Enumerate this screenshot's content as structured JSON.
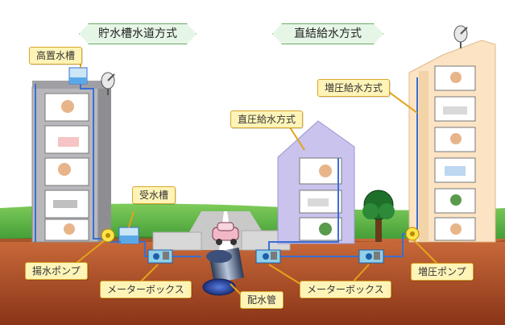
{
  "banners": {
    "tank_system": "貯水槽水道方式",
    "direct_system": "直結給水方式"
  },
  "labels": {
    "elevated_tank": "高置水槽",
    "receiving_tank": "受水槽",
    "pump_left": "揚水ポンプ",
    "meter_box_left": "メーターボックス",
    "distribution_pipe": "配水管",
    "meter_box_right": "メーターボックス",
    "booster_pump": "増圧ポンプ",
    "direct_pressure": "直圧給水方式",
    "booster_system": "増圧給水方式"
  },
  "colors": {
    "sky": "#ffffff",
    "grass": "#58b64a",
    "soil": "#a8431f",
    "soil_light": "#c96a3a",
    "gray_building": "#b8b8bc",
    "purple_building": "#c9c3ee",
    "peach_building": "#fbe3c4",
    "pipe": "#3a6fd1",
    "callout_fill": "#fff4b8",
    "callout_border": "#d9a62a",
    "banner_fill": "#e6f6e6",
    "banner_border": "#6aaa6a"
  },
  "icons": [
    "antenna-icon",
    "pump-icon",
    "meter-icon",
    "tree-icon",
    "car-icon",
    "water-tank-icon"
  ]
}
